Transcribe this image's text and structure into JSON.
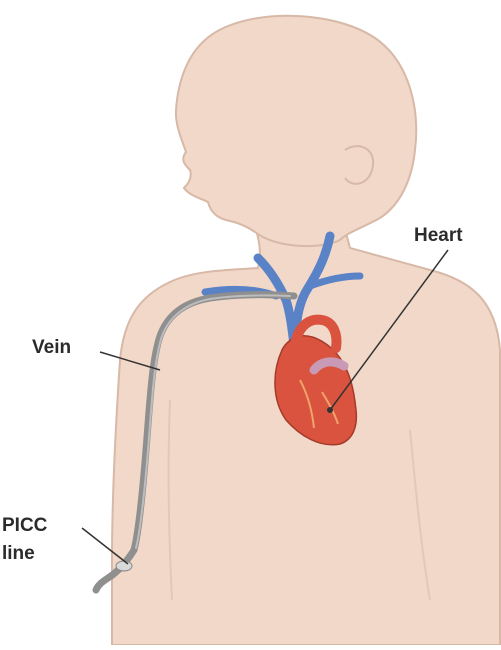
{
  "labels": {
    "heart": "Heart",
    "vein": "Vein",
    "picc_line_1": "PICC",
    "picc_line_2": "line"
  },
  "colors": {
    "skin": "#F1D8C9",
    "outline": "#D8B8A6",
    "vein": "#5A82C6",
    "heart": "#D9533E",
    "catheter": "#9A9A9A",
    "leader": "#333333"
  }
}
